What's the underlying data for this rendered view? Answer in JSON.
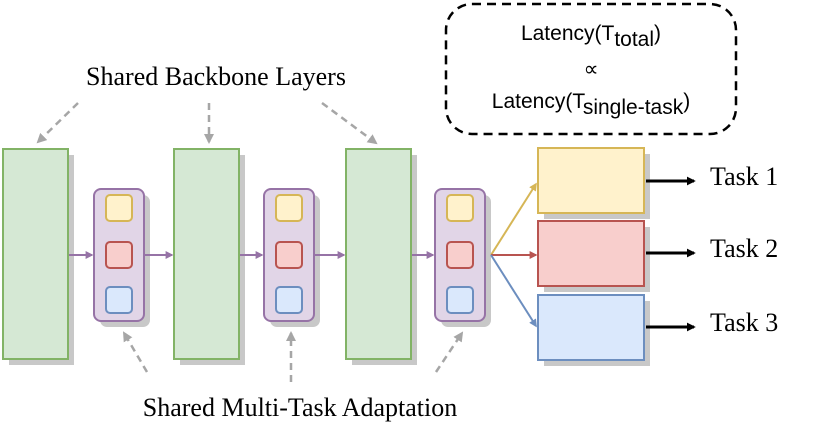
{
  "labels": {
    "backbone": "Shared Backbone Layers",
    "adaptation": "Shared Multi-Task Adaptation"
  },
  "latency": {
    "line1_prefix": "Latency(T",
    "line1_sub": "total",
    "line1_suffix": ")",
    "symbol": "∝",
    "line2_prefix": "Latency(T",
    "line2_sub": "single-task",
    "line2_suffix": ")"
  },
  "tasks": [
    "Task 1",
    "Task 2",
    "Task 3"
  ],
  "colors": {
    "backbone_fill": "#d5e8d4",
    "backbone_stroke": "#82b366",
    "adapter_fill": "#e1d5e7",
    "adapter_stroke": "#9673a6",
    "task1_fill": "#fff2cc",
    "task1_stroke": "#d6b656",
    "task2_fill": "#f8cecc",
    "task2_stroke": "#b85450",
    "task3_fill": "#dae8fc",
    "task3_stroke": "#6c8ebf",
    "dashed_arrow": "#a6a6a6",
    "shadow": "#c8c8c8"
  }
}
